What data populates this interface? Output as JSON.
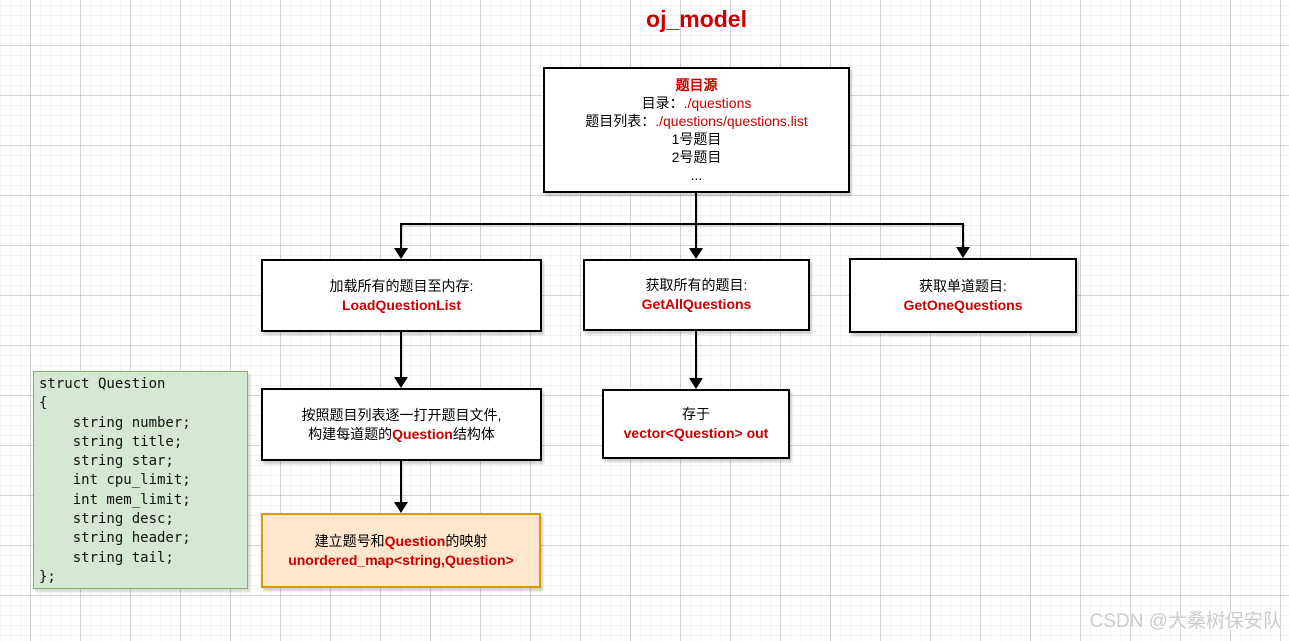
{
  "title": "oj_model",
  "watermark": "CSDN @大桑树保安队",
  "colors": {
    "accent_red": "#cc0000",
    "node_border": "#000000",
    "node_fill": "#ffffff",
    "map_box_fill": "#ffe6cc",
    "map_box_border": "#d79b00",
    "struct_box_fill": "#d5e8d4",
    "struct_box_border": "#82b366",
    "watermark_gray": "#cccccc"
  },
  "source_box": {
    "title": "题目源",
    "dir_label": "目录：",
    "dir_value": "./questions",
    "list_label": "题目列表：",
    "list_value": "./questions/questions.list",
    "item1": "1号题目",
    "item2": "2号题目",
    "ellipsis": "..."
  },
  "load_box": {
    "line1": "加载所有的题目至内存:",
    "line2": "LoadQuestionList"
  },
  "get_all_box": {
    "line1": "获取所有的题目:",
    "line2": "GetAllQuestions"
  },
  "get_one_box": {
    "line1": "获取单道题目:",
    "line2": "GetOneQuestions"
  },
  "build_box": {
    "line1": "按照题目列表逐一打开题目文件,",
    "line2_pre": "构建每道题的",
    "line2_code": "Question",
    "line2_post": "结构体"
  },
  "store_box": {
    "line1": "存于",
    "line2": "vector<Question> out"
  },
  "map_box": {
    "line1_pre": "建立题号和",
    "line1_code": "Question",
    "line1_post": "的映射",
    "line2": "unordered_map<string,Question>"
  },
  "struct_box": {
    "code": "struct Question\n{\n    string number;\n    string title;\n    string star;\n    int cpu_limit;\n    int mem_limit;\n    string desc;\n    string header;\n    string tail;\n};"
  }
}
